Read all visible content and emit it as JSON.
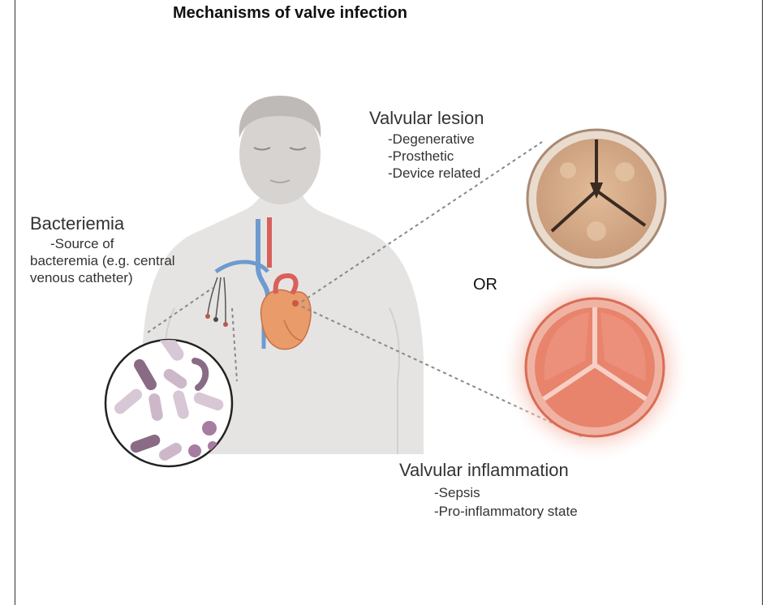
{
  "title": "Mechanisms of valve infection",
  "bacteremia": {
    "heading": "Bacteriemia",
    "lines": [
      "-Source of",
      "bacteremia (e.g. central",
      "venous catheter)"
    ]
  },
  "lesion": {
    "heading": "Valvular lesion",
    "items": [
      "-Degenerative",
      "-Prosthetic",
      "-Device related"
    ]
  },
  "connector": "OR",
  "inflammation": {
    "heading": "Valvular inflammation",
    "items": [
      "-Sepsis",
      "-Pro-inflammatory state"
    ]
  },
  "colors": {
    "body": "#e6e4e2",
    "head": "#c9c7c5",
    "degenerative_valve": "#d9b08f",
    "inflamed_valve": "#e8836c",
    "vein": "#6d9bd0",
    "artery": "#d9605a"
  },
  "icons": [
    "human-figure",
    "heart-icon",
    "catheter-icon",
    "bacteria-magnifier",
    "degenerative-valve",
    "inflamed-valve"
  ]
}
